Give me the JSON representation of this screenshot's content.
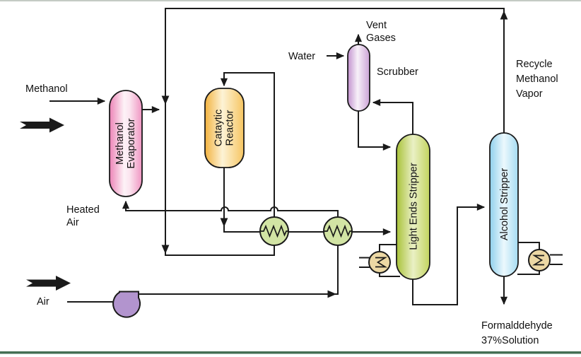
{
  "page": {
    "background": "#ffffff",
    "top_border_color": "#c4cbc4",
    "bottom_border_color": "#456f54",
    "line_color": "#1a1a1a"
  },
  "streams": {
    "methanol_feed": "Methanol",
    "air_feed": "Air",
    "water_feed": "Water",
    "heated_air": [
      "Heated",
      "Air"
    ],
    "vent_gases": [
      "Vent",
      "Gases"
    ],
    "recycle_methanol_vapor": [
      "Recycle",
      "Methanol",
      "Vapor"
    ],
    "product": [
      "Formalddehyde",
      "37%Solution"
    ]
  },
  "equipment": {
    "methanol_evaporator": {
      "label_lines": [
        "Methanol",
        "Evaporator"
      ],
      "color": "#ee8ab9"
    },
    "catalytic_reactor": {
      "label_lines": [
        "Cataytic",
        "Reactor"
      ],
      "color": "#f5c05a"
    },
    "scrubber": {
      "label": "Scrubber",
      "color": "#c99fd4"
    },
    "light_ends_stripper": {
      "label": "Light Ends Stripper",
      "color": "#b8cf4a"
    },
    "alcohol_stripper": {
      "label": "Alcohol Stripper",
      "color": "#9dd6ef"
    },
    "heat_exchanger_color": "#d2e4a4",
    "reboiler_color": "#ecd8a4",
    "blower_color": "#b294ce"
  }
}
